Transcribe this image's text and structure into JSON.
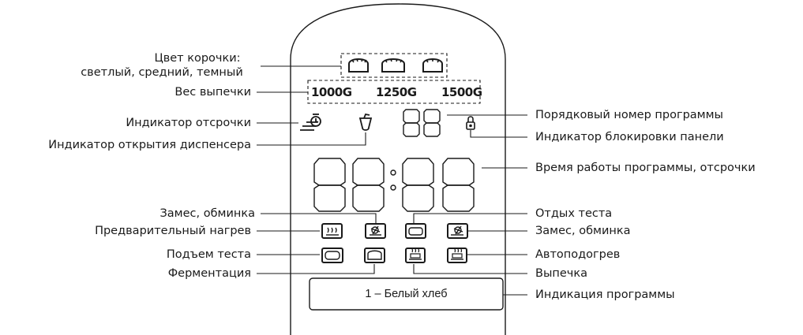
{
  "labels_left": {
    "crust_color_line1": "Цвет корочки:",
    "crust_color_line2": "светлый, средний, темный",
    "baking_weight": "Вес выпечки",
    "delay_indicator": "Индикатор отсрочки",
    "dispenser_indicator": "Индикатор открытия диспенсера",
    "kneading_left": "Замес, обминка",
    "preheat": "Предварительный нагрев",
    "dough_rise": "Подъем теста",
    "fermentation": "Ферментация"
  },
  "labels_right": {
    "program_number": "Порядковый номер программы",
    "panel_lock": "Индикатор блокировки панели",
    "run_time": "Время работы программы, отсрочки",
    "dough_rest": "Отдых теста",
    "kneading_right": "Замес, обминка",
    "keep_warm": "Автоподогрев",
    "baking": "Выпечка",
    "program_display": "Индикация программы"
  },
  "weights": [
    "1000G",
    "1250G",
    "1500G"
  ],
  "program_display_text": "1 – Белый хлеб",
  "colors": {
    "ink": "#1a1a1a",
    "background": "#ffffff"
  }
}
